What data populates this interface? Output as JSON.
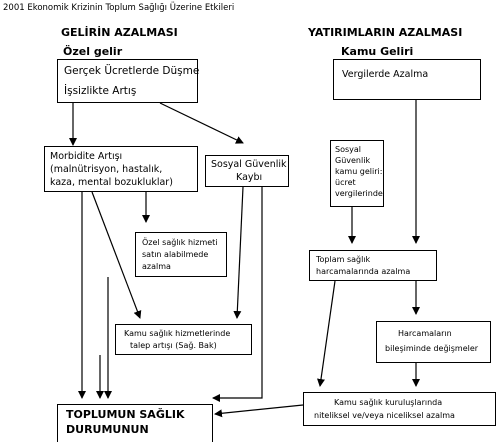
{
  "page_title": "2001 Ekonomik Krizinin Toplum Sağlığı Üzerine Etkileri",
  "left_heading": "GELİRİN AZALMASI",
  "left_subheading": "Özel gelir",
  "right_heading": "YATIRIMLARIN AZALMASI",
  "right_subheading": "Kamu Geliri",
  "boxes": {
    "ozel_gelir": {
      "line1": "Gerçek Ücretlerde Düşme",
      "line2": "İşsizlikte Artış"
    },
    "vergiler": {
      "line1": "Vergilerde Azalma"
    },
    "morbidite": {
      "line1": "Morbidite Artışı",
      "line2": "(malnütrisyon, hastalık,",
      "line3": "kaza, mental bozukluklar)"
    },
    "sosyal_guvenlik": {
      "line1": "Sosyal Güvenlik",
      "line2": "Kaybı"
    },
    "sg_kamu_geliri": {
      "line1": "Sosyal",
      "line2": "Güvenlik",
      "line3": "kamu geliri:",
      "line4": "ücret",
      "line5": "vergilerinde"
    },
    "ozel_saglik": {
      "line1": "Özel sağlık hizmeti",
      "line2": "satın alabilmede",
      "line3": "azalma"
    },
    "toplam_saglik": {
      "line1": "Toplam sağlık",
      "line2": "harcamalarında azalma"
    },
    "kamu_talep": {
      "line1": "Kamu sağlık hizmetlerinde",
      "line2": "talep artışı (Sağ. Bak)"
    },
    "harcama_bilesim": {
      "line1": "Harcamaların",
      "line2": "bileşiminde değişmeler"
    },
    "toplum_sagligi": {
      "line1": "TOPLUMUN SAĞLIK",
      "line2": "DURUMUNUN"
    },
    "kamu_kurulus": {
      "line1": "Kamu sağlık kuruluşlarında",
      "line2": "niteliksel ve/veya niceliksel azalma"
    }
  }
}
